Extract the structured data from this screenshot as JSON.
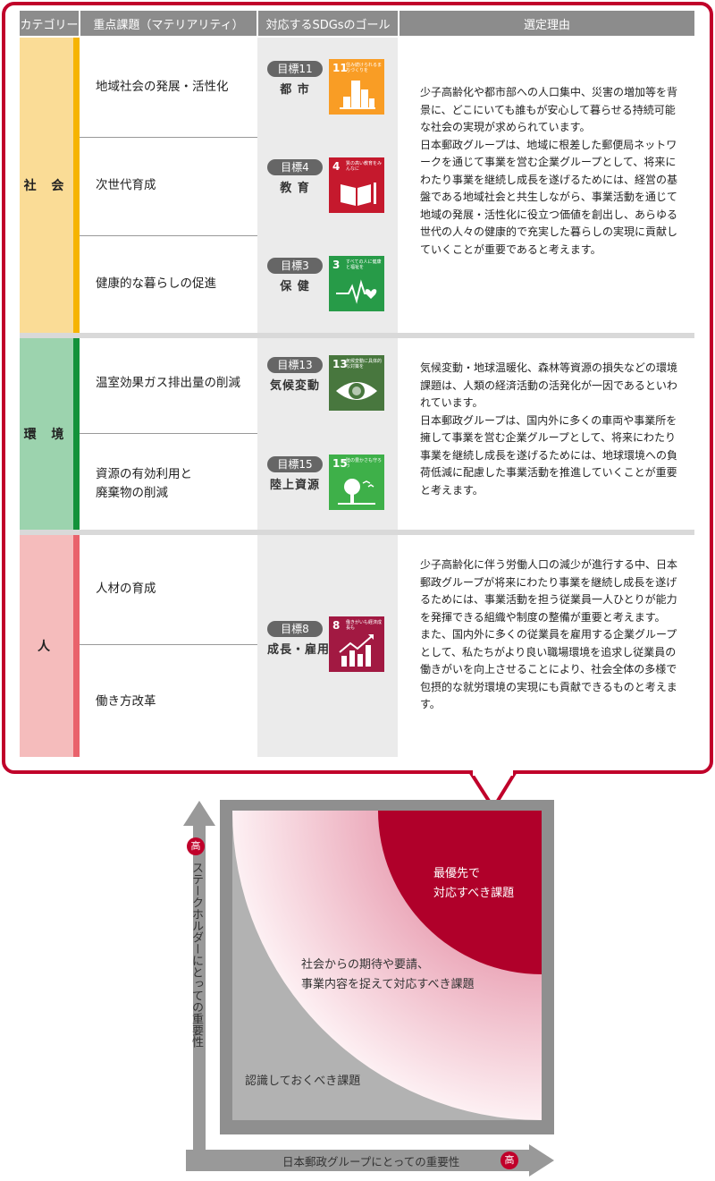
{
  "headers": {
    "category": "カテゴリー",
    "issue": "重点課題（マテリアリティ）",
    "sdg": "対応するSDGsのゴール",
    "reason": "選定理由"
  },
  "groups": [
    {
      "category": "社 会",
      "color": "#fadc96",
      "bar_color": "#f6b400",
      "issues": [
        "地域社会の発展・活性化",
        "次世代育成",
        "健康的な暮らしの促進"
      ],
      "goals": [
        {
          "label": "目標11",
          "name": "都 市",
          "icon_number": "11",
          "icon_text": "住み続けられるまちづくりを",
          "icon_name": "city-buildings-icon",
          "icon_color": "#f99d25"
        },
        {
          "label": "目標4",
          "name": "教 育",
          "icon_number": "4",
          "icon_text": "質の高い教育をみんなに",
          "icon_name": "book-icon",
          "icon_color": "#c5192d"
        },
        {
          "label": "目標3",
          "name": "保 健",
          "icon_number": "3",
          "icon_text": "すべての人に健康と福祉を",
          "icon_name": "heartbeat-icon",
          "icon_color": "#279b48"
        }
      ],
      "reason": "少子高齢化や都市部への人口集中、災害の増加等を背景に、どこにいても誰もが安心して暮らせる持続可能な社会の実現が求められています。\n日本郵政グループは、地域に根差した郵便局ネットワークを通じて事業を営む企業グループとして、将来にわたり事業を継続し成長を遂げるためには、経営の基盤である地域社会と共生しながら、事業活動を通じて地域の発展・活性化に役立つ価値を創出し、あらゆる世代の人々の健康的で充実した暮らしの実現に貢献していくことが重要であると考えます。"
    },
    {
      "category": "環 境",
      "color": "#9cd3ae",
      "bar_color": "#13923a",
      "issues": [
        "温室効果ガス排出量の削減",
        "資源の有効利用と\n廃棄物の削減"
      ],
      "goals": [
        {
          "label": "目標13",
          "name": "気候変動",
          "icon_number": "13",
          "icon_text": "気候変動に具体的な対策を",
          "icon_name": "eye-globe-icon",
          "icon_color": "#48773e"
        },
        {
          "label": "目標15",
          "name": "陸上資源",
          "icon_number": "15",
          "icon_text": "陸の豊かさも守ろう",
          "icon_name": "tree-bird-icon",
          "icon_color": "#3eb049"
        }
      ],
      "reason": "気候変動・地球温暖化、森林等資源の損失などの環境課題は、人類の経済活動の活発化が一因であるといわれています。\n日本郵政グループは、国内外に多くの車両や事業所を擁して事業を営む企業グループとして、将来にわたり事業を継続し成長を遂げるためには、地球環境への負荷低減に配慮した事業活動を推進していくことが重要と考えます。"
    },
    {
      "category": "人",
      "color": "#f5bcbc",
      "bar_color": "#e9626b",
      "issues": [
        "人材の育成",
        "働き方改革"
      ],
      "goals": [
        {
          "label": "目標8",
          "name": "成長・雇用",
          "icon_number": "8",
          "icon_text": "働きがいも経済成長も",
          "icon_name": "growth-chart-icon",
          "icon_color": "#a21942"
        }
      ],
      "reason": "少子高齢化に伴う労働人口の減少が進行する中、日本郵政グループが将来にわたり事業を継続し成長を遂げるためには、事業活動を担う従業員一人ひとりが能力を発揮できる組織や制度の整備が重要と考えます。\nまた、国内外に多くの従業員を雇用する企業グループとして、私たちがより良い職場環境を追求し従業員の働きがいを向上させることにより、社会全体の多様で包摂的な就労環境の実現にも貢献できるものと考えます。"
    }
  ],
  "matrix": {
    "top_priority": "最優先で\n対応すべき課題",
    "middle": "社会からの期待や要請、\n事業内容を捉えて対応すべき課題",
    "bottom": "認識しておくべき課題",
    "y_axis_label": "ステークホルダーにとっての重要性",
    "x_axis_label": "日本郵政グループにとっての重要性",
    "high_label": "高",
    "colors": {
      "top": "#b0002a",
      "middle": "#f3b5c3",
      "bottom": "#b2b2b2",
      "axis": "#999999",
      "frame": "#8f8f8f"
    }
  }
}
